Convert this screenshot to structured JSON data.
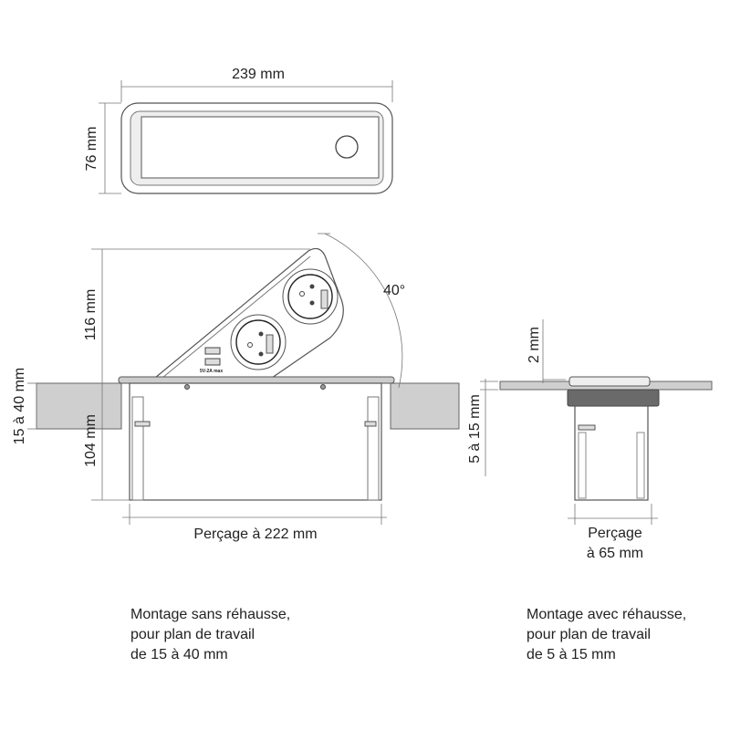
{
  "top_view": {
    "width_label": "239 mm",
    "height_label": "76 mm"
  },
  "side_view": {
    "angle_label": "40°",
    "height_up_label": "116 mm",
    "depth_label": "104 mm",
    "worktop_label": "15 à 40 mm",
    "usb_label": "5V-2A max",
    "cutout_label": "Perçage à 222 mm",
    "caption": [
      "Montage sans réhausse,",
      "pour plan de travail",
      "de 15 à 40 mm"
    ]
  },
  "riser_view": {
    "flange_label": "2 mm",
    "worktop_label": "5 à 15 mm",
    "cutout_label": [
      "Perçage",
      "à 65 mm"
    ],
    "caption": [
      "Montage avec réhausse,",
      "pour plan de travail",
      "de 5 à 15 mm"
    ]
  },
  "colors": {
    "worktop": "#cfcfcf",
    "riser": "#6a6a6a"
  }
}
